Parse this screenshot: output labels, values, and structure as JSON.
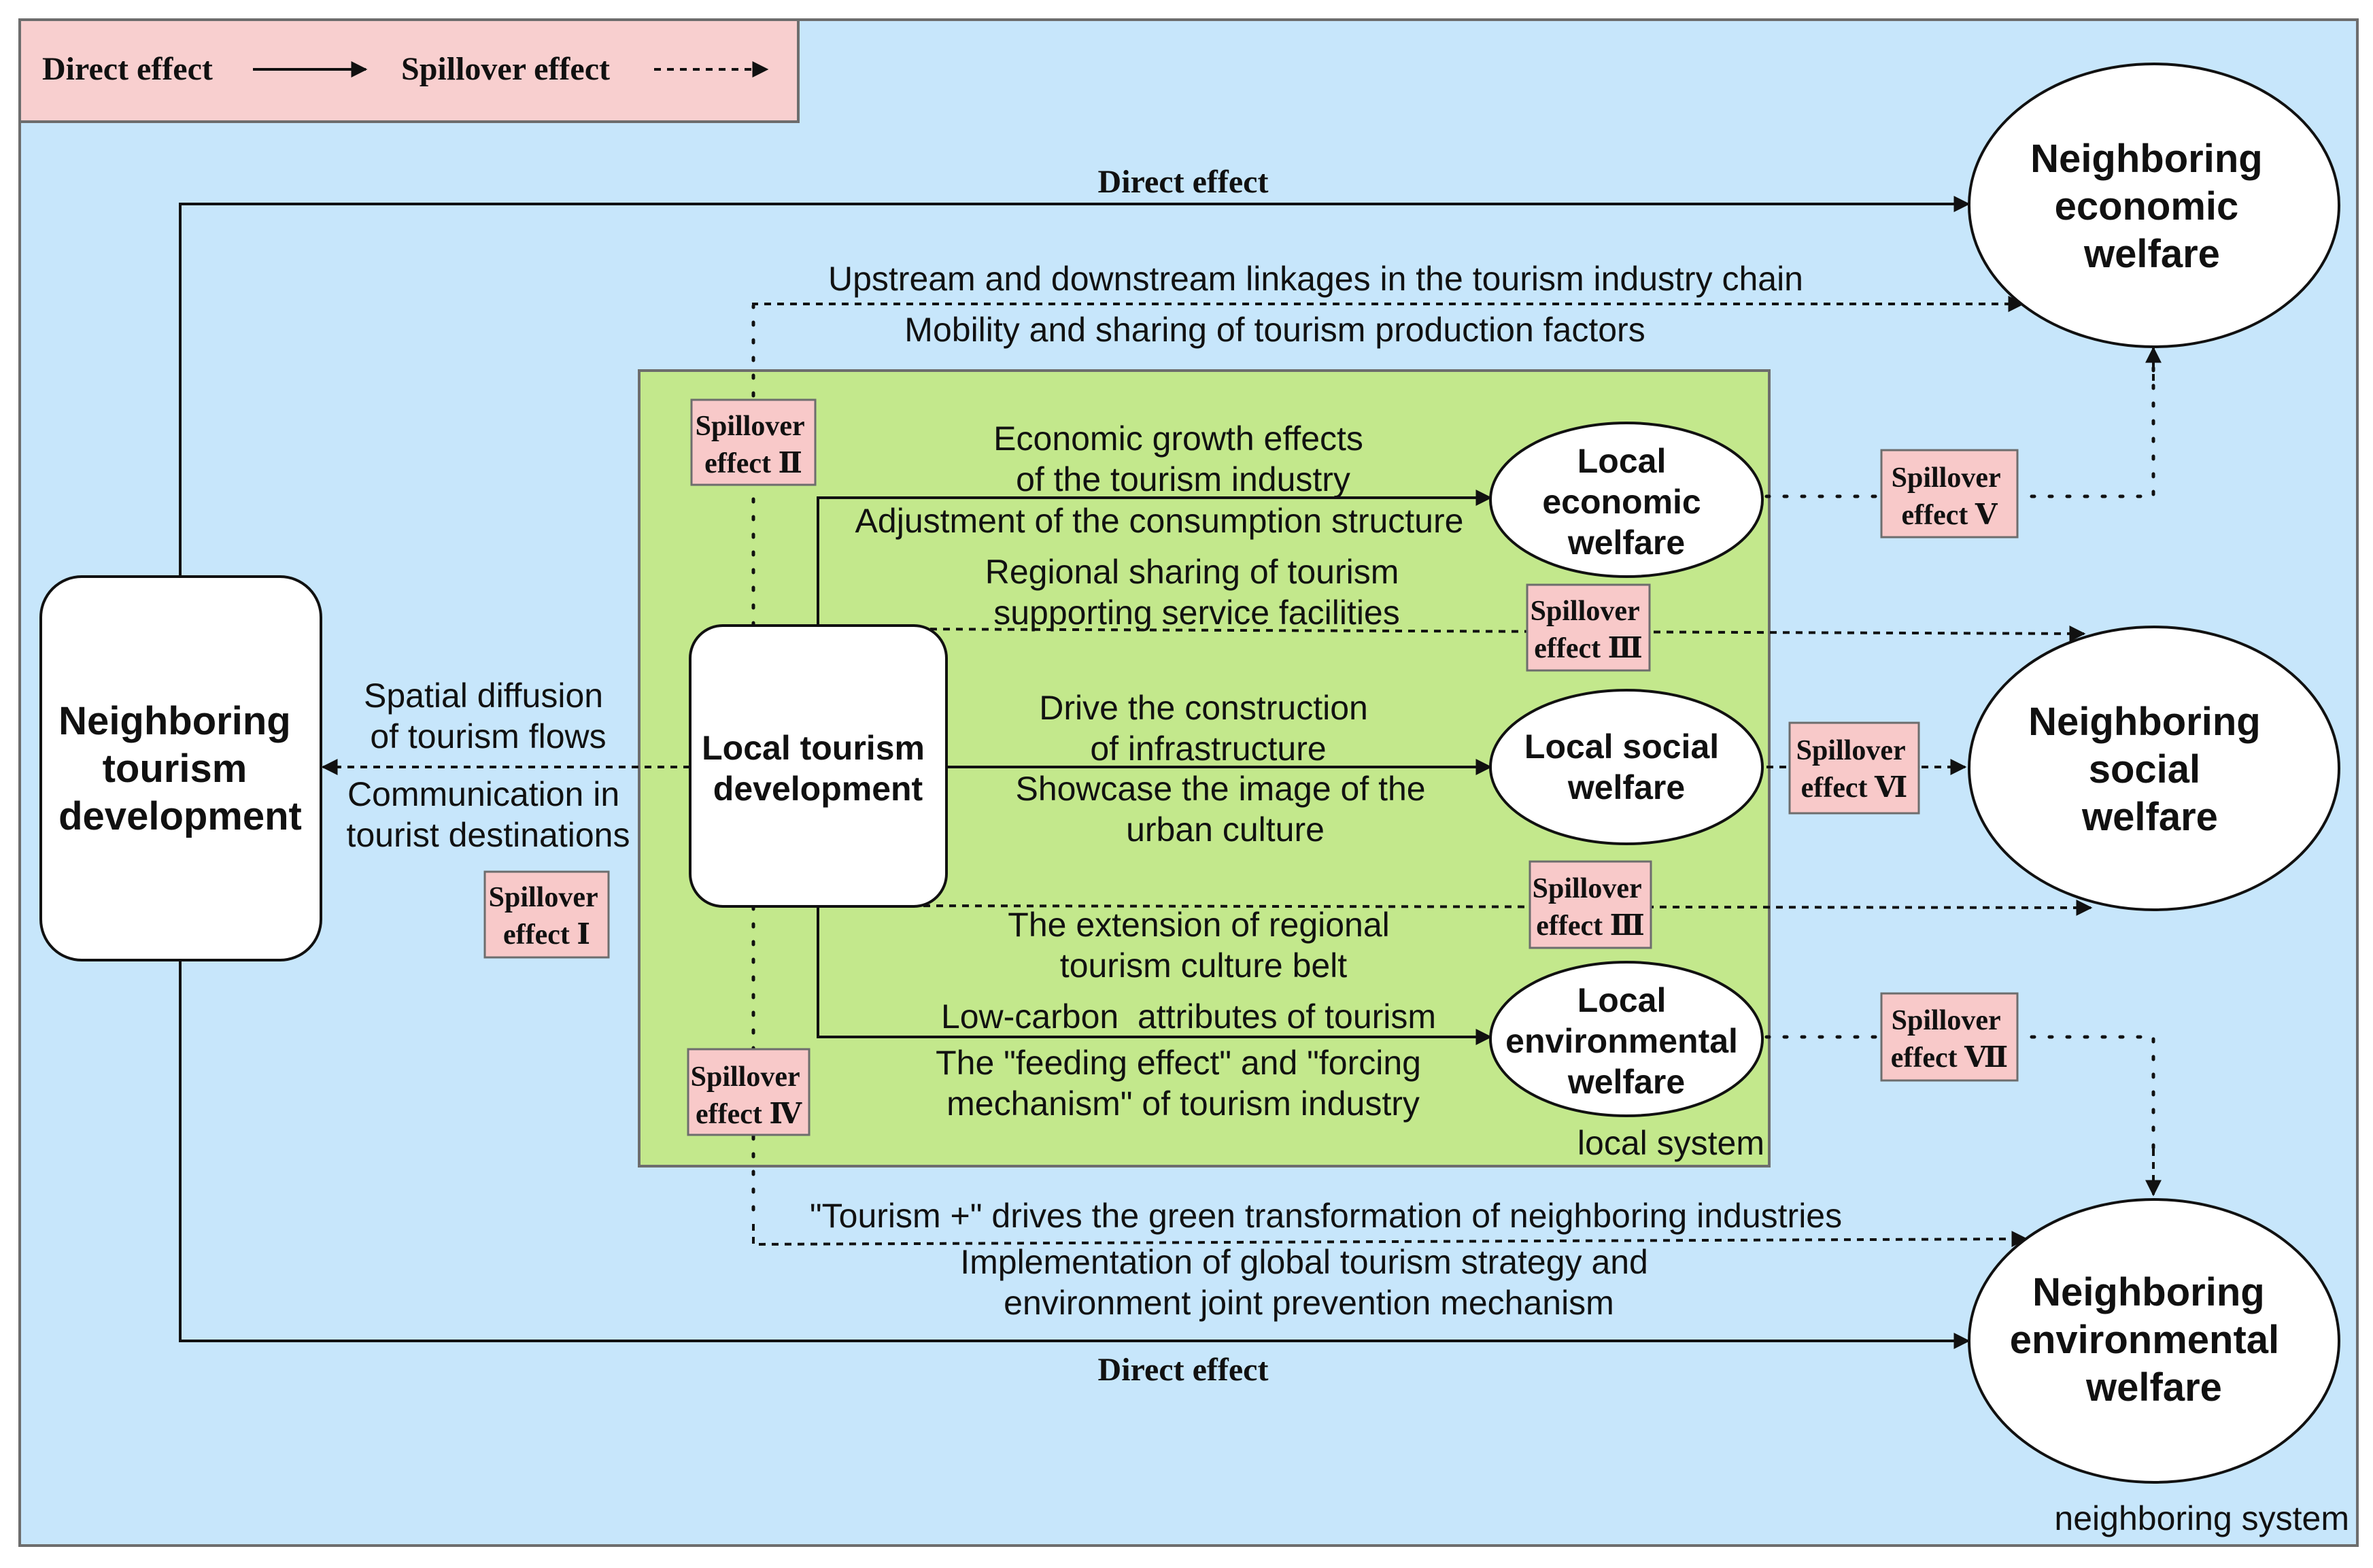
{
  "legend": {
    "direct_label": "Direct effect",
    "spillover_label": "Spillover effect"
  },
  "systems": {
    "neighboring": "neighboring system",
    "local": "local system"
  },
  "nodes": {
    "neighboring_tourism": [
      "Neighboring",
      "tourism",
      "development"
    ],
    "local_tourism": [
      "Local tourism",
      "development"
    ],
    "local_economic": [
      "Local",
      "economic",
      "welfare"
    ],
    "local_social": [
      "Local social",
      "welfare"
    ],
    "local_environmental": [
      "Local",
      "environmental",
      "welfare"
    ],
    "neighboring_economic": [
      "Neighboring",
      "economic",
      "welfare"
    ],
    "neighboring_social": [
      "Neighboring",
      "social",
      "welfare"
    ],
    "neighboring_environmental": [
      "Neighboring",
      "environmental",
      "welfare"
    ]
  },
  "edge_labels": {
    "direct_top": "Direct effect",
    "direct_bottom": "Direct effect",
    "upstream": "Upstream and downstream linkages in the tourism industry chain",
    "mobility": "Mobility and sharing of tourism production factors",
    "econ_growth": [
      "Economic growth effects",
      "of the tourism industry"
    ],
    "consumption": "Adjustment of the consumption structure",
    "regional_sharing": [
      "Regional sharing of tourism",
      "supporting service facilities"
    ],
    "spatial_diffusion": [
      "Spatial diffusion",
      "of tourism flows"
    ],
    "communication": [
      "Communication in",
      "tourist destinations"
    ],
    "infrastructure": [
      "Drive the construction",
      "of infrastructure"
    ],
    "showcase": [
      "Showcase the image of the",
      "urban culture"
    ],
    "culture_belt": [
      "The extension of regional",
      "tourism culture belt"
    ],
    "low_carbon": "Low-carbon  attributes of tourism",
    "feeding": [
      "The \"feeding effect\" and \"forcing",
      "mechanism\" of tourism industry"
    ],
    "tourism_plus": "\"Tourism +\" drives the green transformation of neighboring industries",
    "global_strategy": [
      "Implementation of global tourism strategy and",
      "environment joint prevention mechanism"
    ]
  },
  "spillover_tags": {
    "I": [
      "Spillover",
      "effect Ⅰ"
    ],
    "II": [
      "Spillover",
      "effect Ⅱ"
    ],
    "III_a": [
      "Spillover",
      "effect Ⅲ"
    ],
    "III_b": [
      "Spillover",
      "effect Ⅲ"
    ],
    "IV": [
      "Spillover",
      "effect Ⅳ"
    ],
    "V": [
      "Spillover",
      "effect Ⅴ"
    ],
    "VI": [
      "Spillover",
      "effect Ⅵ"
    ],
    "VII": [
      "Spillover",
      "effect Ⅶ"
    ]
  },
  "colors": {
    "neighboring_bg": "#c7e6fb",
    "local_bg": "#c3e88c",
    "tag_bg": "#f8c9c9",
    "legend_bg": "#f8cfcf"
  }
}
